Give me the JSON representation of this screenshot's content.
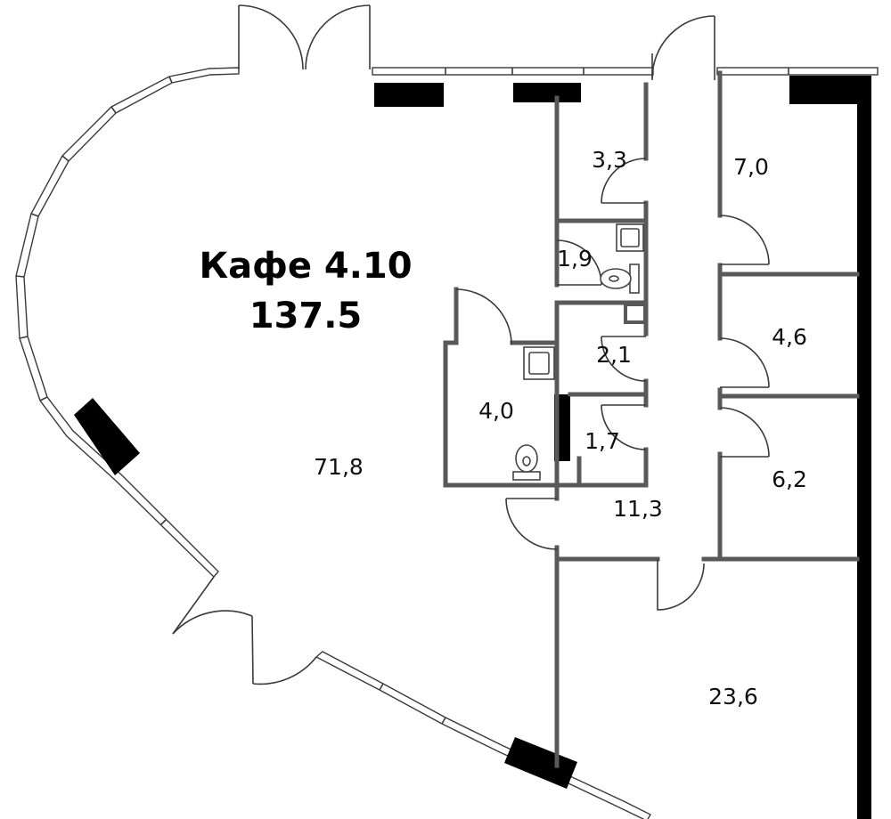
{
  "plan": {
    "title": "Кафе 4.10",
    "total_area": "137.5"
  },
  "rooms": [
    {
      "id": "hall",
      "area": "71,8"
    },
    {
      "id": "room-a",
      "area": "3,3"
    },
    {
      "id": "room-b",
      "area": "7,0"
    },
    {
      "id": "wc-1",
      "area": "1,9"
    },
    {
      "id": "room-c",
      "area": "4,6"
    },
    {
      "id": "room-d",
      "area": "2,1"
    },
    {
      "id": "wc-2",
      "area": "4,0"
    },
    {
      "id": "room-e",
      "area": "1,7"
    },
    {
      "id": "room-f",
      "area": "6,2"
    },
    {
      "id": "corridor",
      "area": "11,3"
    },
    {
      "id": "room-g",
      "area": "23,6"
    }
  ],
  "colors": {
    "wall": "#595959",
    "column": "#000000",
    "background": "#ffffff"
  }
}
